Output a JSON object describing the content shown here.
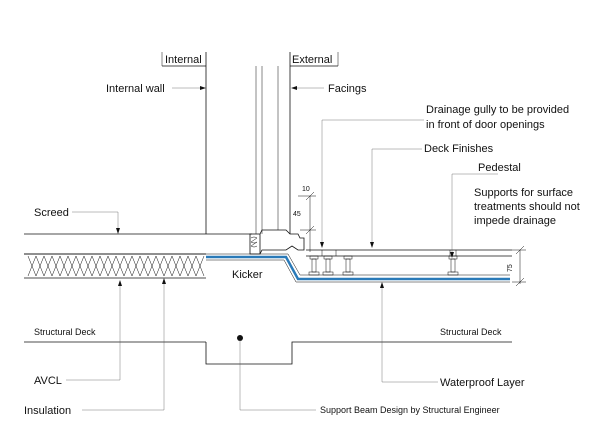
{
  "colors": {
    "line": "#111111",
    "membrane": "#2a7ab8",
    "background": "#ffffff"
  },
  "labels": {
    "internal": "Internal",
    "external": "External",
    "internal_wall": "Internal wall",
    "facings": "Facings",
    "drainage_gully": [
      "Drainage gully to be provided",
      "in front of door openings"
    ],
    "deck_finishes": "Deck Finishes",
    "pedestal": "Pedestal",
    "supports": [
      "Supports for surface",
      "treatments should not",
      "impede drainage"
    ],
    "screed": "Screed",
    "kicker": "Kicker",
    "structural_deck_left": "Structural Deck",
    "structural_deck_right": "Structural Deck",
    "avcl": "AVCL",
    "waterproof_layer": "Waterproof Layer",
    "insulation": "Insulation",
    "support_beam": "Support Beam Design by  Structural Engineer"
  },
  "dimensions": {
    "d10": "10",
    "d45": "45",
    "d75": "75"
  }
}
